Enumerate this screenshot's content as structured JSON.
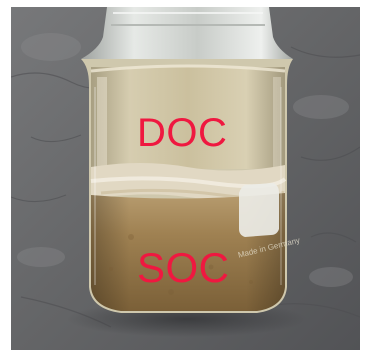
{
  "photo": {
    "subject": "glass-jar-with-soil-suspension",
    "labels": {
      "upper": "DOC",
      "lower": "SOC"
    },
    "embossed_text": "Made in Germany",
    "label_color": "#ef1840",
    "colors": {
      "background_stone": "#6a6a6c",
      "clear_liquid": "#cfc4a3",
      "sediment": "#9a7b4e",
      "foam_band": "#e4dccb",
      "cap_glass": "#d8dcd8"
    }
  }
}
